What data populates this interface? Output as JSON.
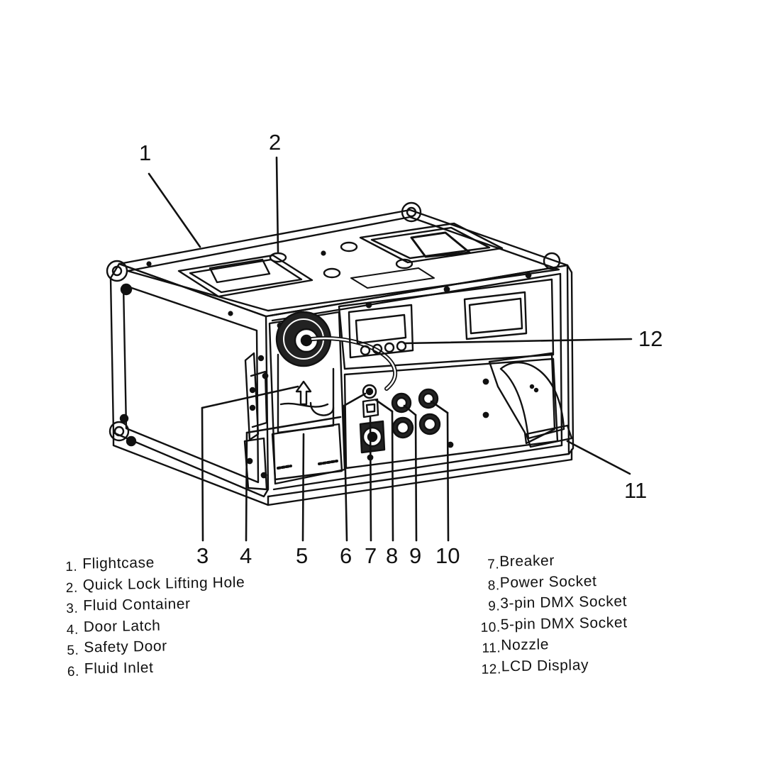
{
  "callouts": [
    {
      "number": "1",
      "label": "Flightcase"
    },
    {
      "number": "2",
      "label": "Quick Lock Lifting Hole"
    },
    {
      "number": "3",
      "label": "Fluid Container"
    },
    {
      "number": "4",
      "label": "Door Latch"
    },
    {
      "number": "5",
      "label": "Safety Door"
    },
    {
      "number": "6",
      "label": "Fluid Inlet"
    },
    {
      "number": "7",
      "label": "Breaker"
    },
    {
      "number": "8",
      "label": "Power Socket"
    },
    {
      "number": "9",
      "label": "3-pin DMX Socket"
    },
    {
      "number": "10",
      "label": "5-pin DMX Socket"
    },
    {
      "number": "11",
      "label": "Nozzle"
    },
    {
      "number": "12",
      "label": "LCD Display"
    }
  ],
  "legend": {
    "left": [
      {
        "num": "1.",
        "text": "Flightcase"
      },
      {
        "num": "2.",
        "text": "Quick Lock Lifting Hole"
      },
      {
        "num": "3.",
        "text": "Fluid Container"
      },
      {
        "num": "4.",
        "text": "Door Latch"
      },
      {
        "num": "5.",
        "text": "Safety Door"
      },
      {
        "num": "6.",
        "text": "Fluid Inlet"
      }
    ],
    "right": [
      {
        "num": "7.",
        "text": "Breaker"
      },
      {
        "num": "8.",
        "text": "Power Socket"
      },
      {
        "num": "9.",
        "text": "3-pin DMX Socket"
      },
      {
        "num": "10.",
        "text": "5-pin DMX Socket"
      },
      {
        "num": "11.",
        "text": "Nozzle"
      },
      {
        "num": "12.",
        "text": "LCD Display"
      }
    ]
  },
  "icons": {
    "handle": "recessed-handle-icon",
    "corner": "ball-corner-icon",
    "arrow": "fill-arrow-icon"
  },
  "colors": {
    "line": "#111111",
    "background": "#ffffff"
  }
}
